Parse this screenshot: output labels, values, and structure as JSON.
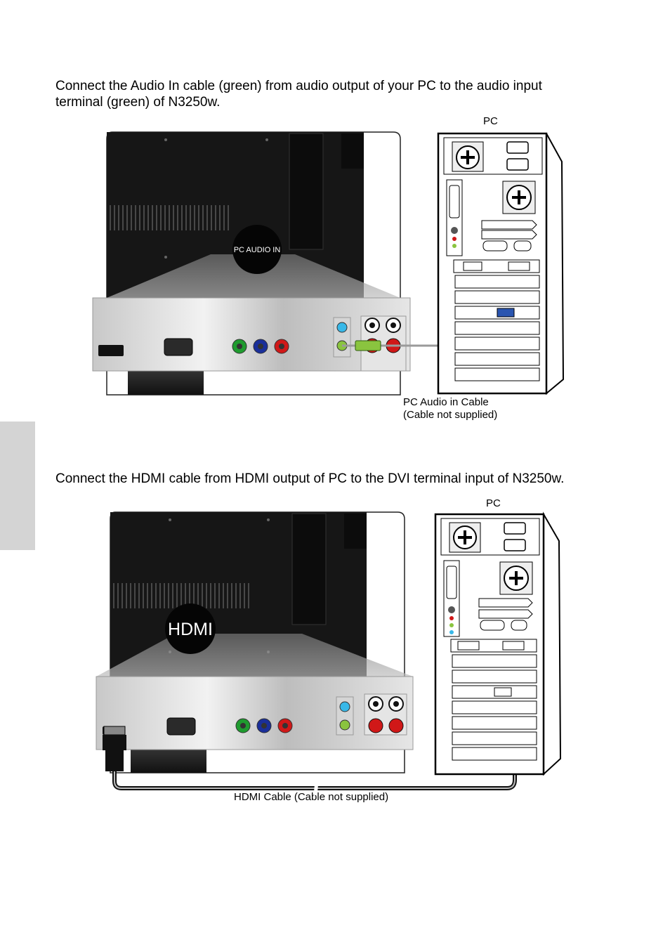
{
  "section1": {
    "instruction_line1": "Connect the Audio In cable (green) from audio output of your PC to the audio input",
    "instruction_line2": "terminal (green) of N3250w.",
    "pc_label": "PC",
    "zoom_label": "PC AUDIO IN",
    "cable_label_line1": "PC Audio in Cable",
    "cable_label_line2": "(Cable not supplied)"
  },
  "section2": {
    "instruction": "Connect the HDMI cable from HDMI output of PC to the DVI terminal input of N3250w.",
    "pc_label": "PC",
    "zoom_label": "HDMI",
    "cable_label": "HDMI Cable (Cable not supplied)"
  },
  "colors": {
    "audio_green": "#8ac43f",
    "component_green": "#1f9b2f",
    "component_blue": "#1a2f9a",
    "component_red": "#d01818",
    "cyan_jack": "#38b8e8",
    "page_tab": "#d4d4d4"
  }
}
